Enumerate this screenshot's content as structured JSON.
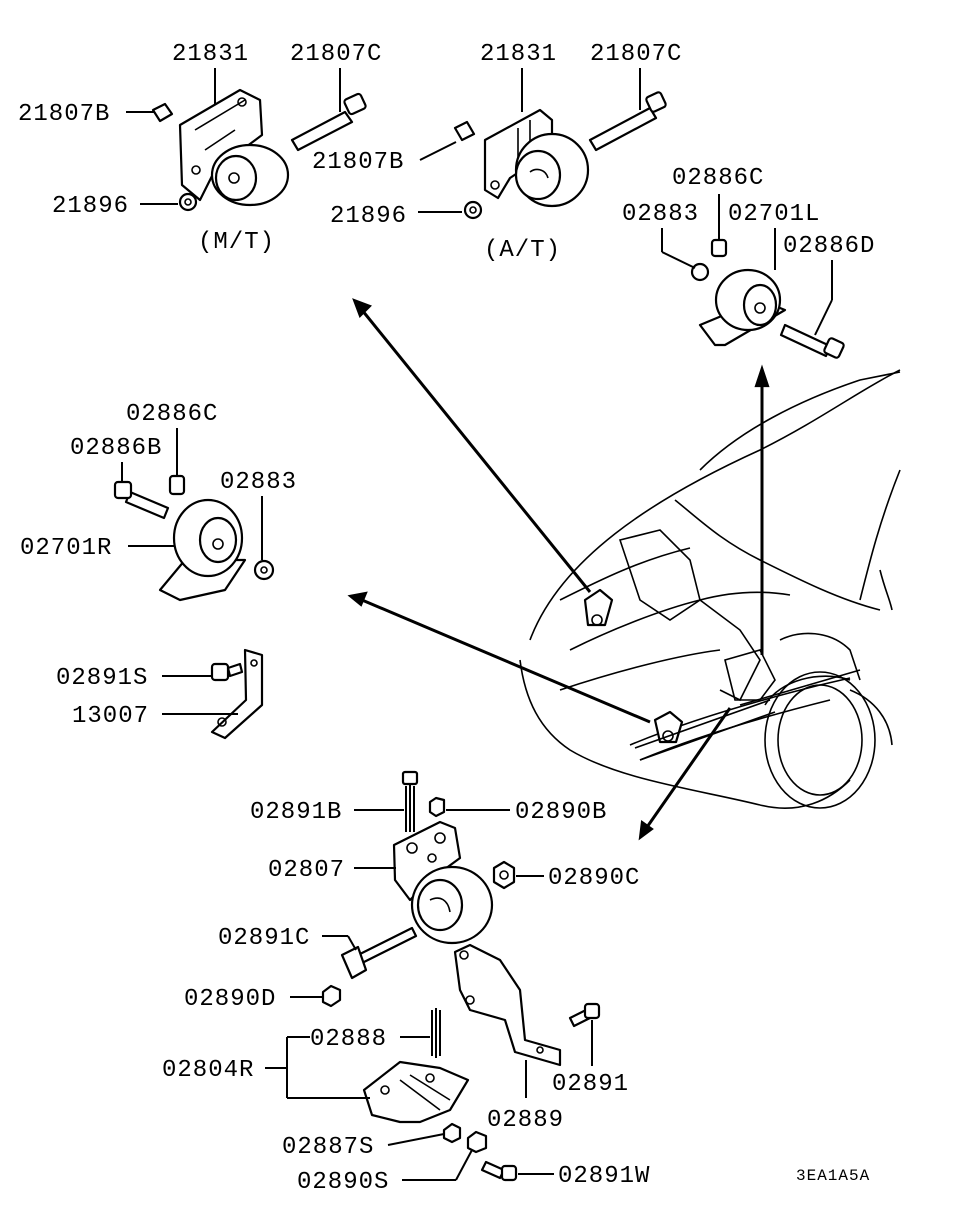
{
  "diagram": {
    "groups": {
      "mt": {
        "caption": "(M/T)",
        "labels": {
          "l21831": "21831",
          "l21807c": "21807C",
          "l21807b": "21807B",
          "l21896": "21896"
        }
      },
      "at": {
        "caption": "(A/T)",
        "labels": {
          "l21831": "21831",
          "l21807c": "21807C",
          "l21807b": "21807B",
          "l21896": "21896"
        }
      },
      "left_mount": {
        "labels": {
          "l02886c": "02886C",
          "l02883": "02883",
          "l02701l": "02701L",
          "l02886d": "02886D"
        }
      },
      "right_mount": {
        "labels": {
          "l02886c": "02886C",
          "l02886b": "02886B",
          "l02883": "02883",
          "l02701r": "02701R"
        }
      },
      "bracket": {
        "labels": {
          "l02891s": "02891S",
          "l13007": "13007"
        }
      },
      "rear_mount": {
        "labels": {
          "l02891b": "02891B",
          "l02890b": "02890B",
          "l02807": "02807",
          "l02890c": "02890C",
          "l02891c": "02891C",
          "l02890d": "02890D",
          "l02888": "02888",
          "l02804r": "02804R",
          "l02891": "02891",
          "l02889": "02889",
          "l02887s": "02887S",
          "l02890s": "02890S",
          "l02891w": "02891W"
        }
      }
    },
    "code": "3EA1A5A"
  }
}
